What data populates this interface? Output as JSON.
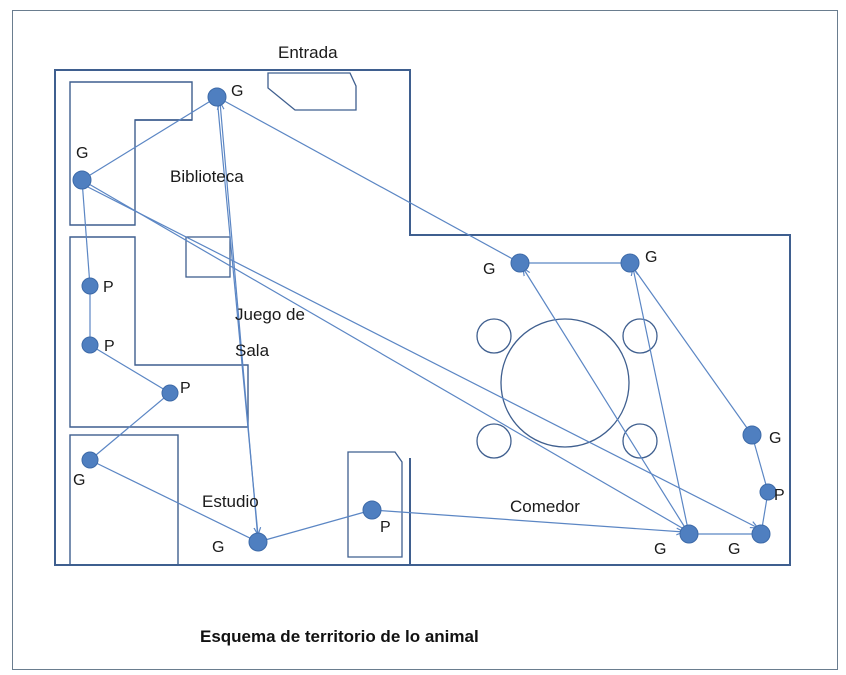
{
  "diagram": {
    "caption": "Esquema de territorio de lo animal",
    "rooms": {
      "entrada": "Entrada",
      "biblioteca": "Biblioteca",
      "juego_line1": "Juego de",
      "juego_line2": "Sala",
      "estudio": "Estudio",
      "comedor": "Comedor"
    },
    "nodes": [
      {
        "id": "n1",
        "label": "G"
      },
      {
        "id": "n2",
        "label": "G"
      },
      {
        "id": "n3",
        "label": "P"
      },
      {
        "id": "n4",
        "label": "P"
      },
      {
        "id": "n5",
        "label": "P"
      },
      {
        "id": "n6",
        "label": "G"
      },
      {
        "id": "n7",
        "label": "G"
      },
      {
        "id": "n8",
        "label": "P"
      },
      {
        "id": "n9",
        "label": "G"
      },
      {
        "id": "n10",
        "label": "G"
      },
      {
        "id": "n11",
        "label": "G"
      },
      {
        "id": "n12",
        "label": "G"
      },
      {
        "id": "n13",
        "label": "G"
      },
      {
        "id": "n14",
        "label": "P"
      }
    ],
    "colors": {
      "node": "#4f7fc0",
      "edge": "#5b86c4",
      "wall": "#3f5f8f"
    }
  }
}
